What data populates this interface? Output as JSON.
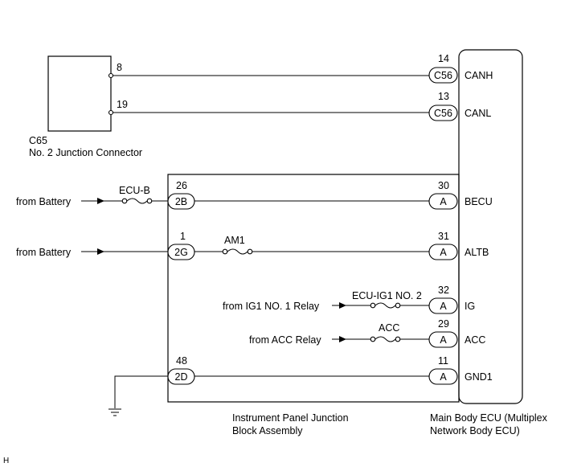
{
  "junction_connector": {
    "code": "C65",
    "name": "No. 2 Junction Connector",
    "pin_canh": "8",
    "pin_canl": "19"
  },
  "ecu": {
    "name_line1": "Main Body ECU (Multiplex",
    "name_line2": "Network Body ECU)",
    "connector_c56": "C56",
    "connector_a": "A",
    "signals": [
      {
        "pin": "14",
        "label": "CANH"
      },
      {
        "pin": "13",
        "label": "CANL"
      },
      {
        "pin": "30",
        "label": "BECU"
      },
      {
        "pin": "31",
        "label": "ALTB"
      },
      {
        "pin": "32",
        "label": "IG"
      },
      {
        "pin": "29",
        "label": "ACC"
      },
      {
        "pin": "11",
        "label": "GND1"
      }
    ]
  },
  "junction_block": {
    "name_line1": "Instrument Panel Junction",
    "name_line2": "Block Assembly",
    "connectors": [
      {
        "pin": "26",
        "code": "2B"
      },
      {
        "pin": "1",
        "code": "2G"
      },
      {
        "pin": "48",
        "code": "2D"
      }
    ]
  },
  "sources": {
    "battery_1": "from Battery",
    "battery_2": "from Battery",
    "ig1_relay": "from IG1 NO. 1 Relay",
    "acc_relay": "from ACC Relay"
  },
  "fuses": {
    "ecu_b": "ECU-B",
    "am1": "AM1",
    "ecu_ig1": "ECU-IG1 NO. 2",
    "acc": "ACC"
  },
  "corner_mark": "H"
}
